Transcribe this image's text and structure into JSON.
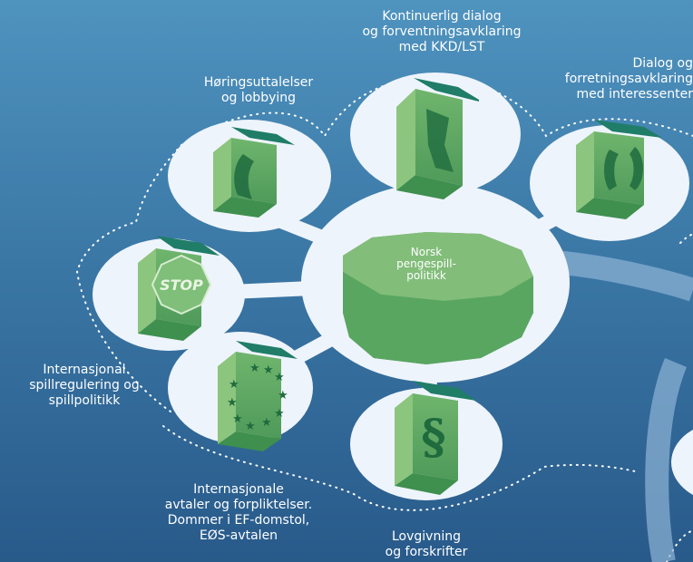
{
  "center": {
    "lines": [
      "Norsk",
      "pengespill-",
      "politikk"
    ]
  },
  "nodes": {
    "top": {
      "lines": [
        "Kontinuerlig dialog",
        "og forventningsavklaring",
        "med KKD/LST"
      ]
    },
    "upper_left": {
      "lines": [
        "Høringsuttalelser",
        "og lobbying"
      ]
    },
    "upper_right": {
      "lines": [
        "Dialog og",
        "forretningsavklaring",
        "med interessenter"
      ]
    },
    "left": {
      "lines": [
        "Internasjonal",
        "spillregulering og",
        "spillpolitikk"
      ]
    },
    "lower_left": {
      "lines": [
        "Internasjonale",
        "avtaler og forpliktelser.",
        "Dommer i EF-domstol,",
        "EØS-avtalen"
      ]
    },
    "bottom": {
      "lines": [
        "Lovgivning",
        "og forskrifter"
      ]
    }
  },
  "icon_text": {
    "stop": "STOP",
    "paragraph": "§"
  },
  "colors": {
    "bg_top": "#4f93bf",
    "bg_bottom": "#285a8a",
    "disc": "#eef4fb",
    "cube_light": "#6fb06a",
    "cube_dark": "#2f8a4a",
    "cube_tab": "#1e7a66"
  }
}
